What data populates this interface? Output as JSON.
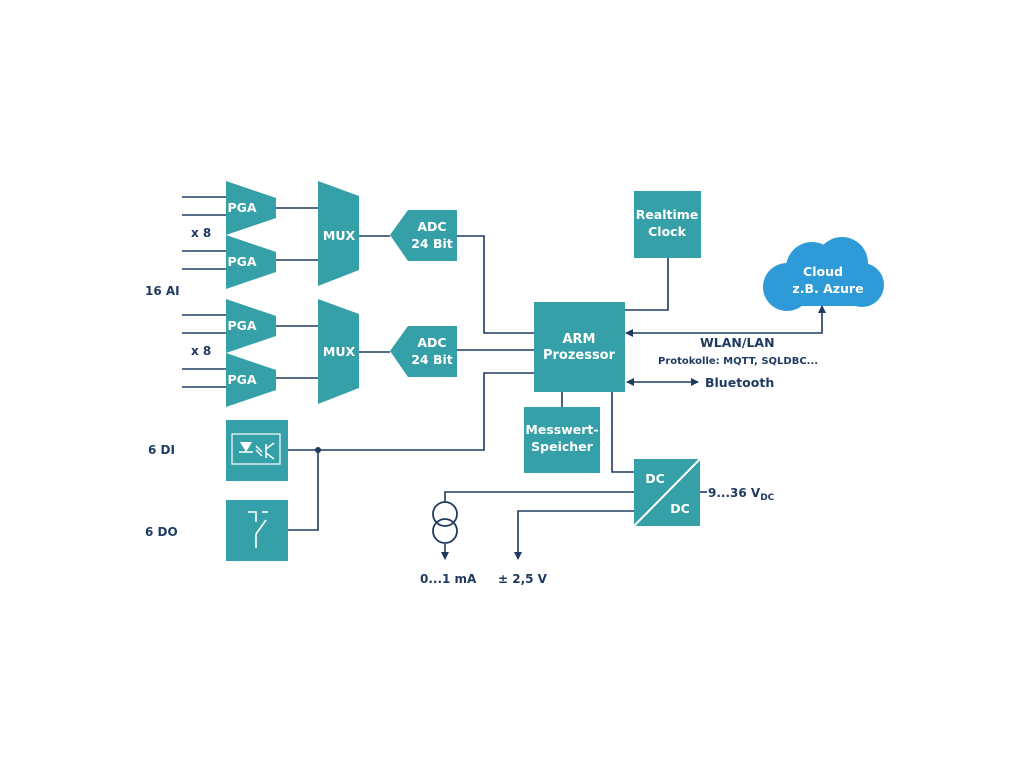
{
  "diagram": {
    "inputs": {
      "analog_total": "16 AI",
      "group_count_top": "x 8",
      "group_count_bottom": "x 8",
      "digital_in": "6 DI",
      "digital_out": "6 DO"
    },
    "blocks": {
      "pga": "PGA",
      "mux": "MUX",
      "adc_line1": "ADC",
      "adc_line2": "24 Bit",
      "cpu_line1": "ARM",
      "cpu_line2": "Prozessor",
      "rtc_line1": "Realtime",
      "rtc_line2": "Clock",
      "memory_line1": "Messwert-",
      "memory_line2": "Speicher",
      "dcdc_top": "DC",
      "dcdc_bottom": "DC",
      "cloud_line1": "Cloud",
      "cloud_line2": "z.B. Azure"
    },
    "links": {
      "wlan": "WLAN/LAN",
      "protocols": "Protokolle: MQTT, SQLDBC...",
      "bluetooth": "Bluetooth"
    },
    "power": {
      "supply_main": "9...36 V",
      "supply_sub": "DC",
      "current_output": "0...1 mA",
      "voltage_output": "± 2,5 V"
    },
    "colors": {
      "block": "#35a0a8",
      "line": "#1f3a5f",
      "cloud": "#2e9ad8",
      "label": "#1f3a5f"
    }
  }
}
